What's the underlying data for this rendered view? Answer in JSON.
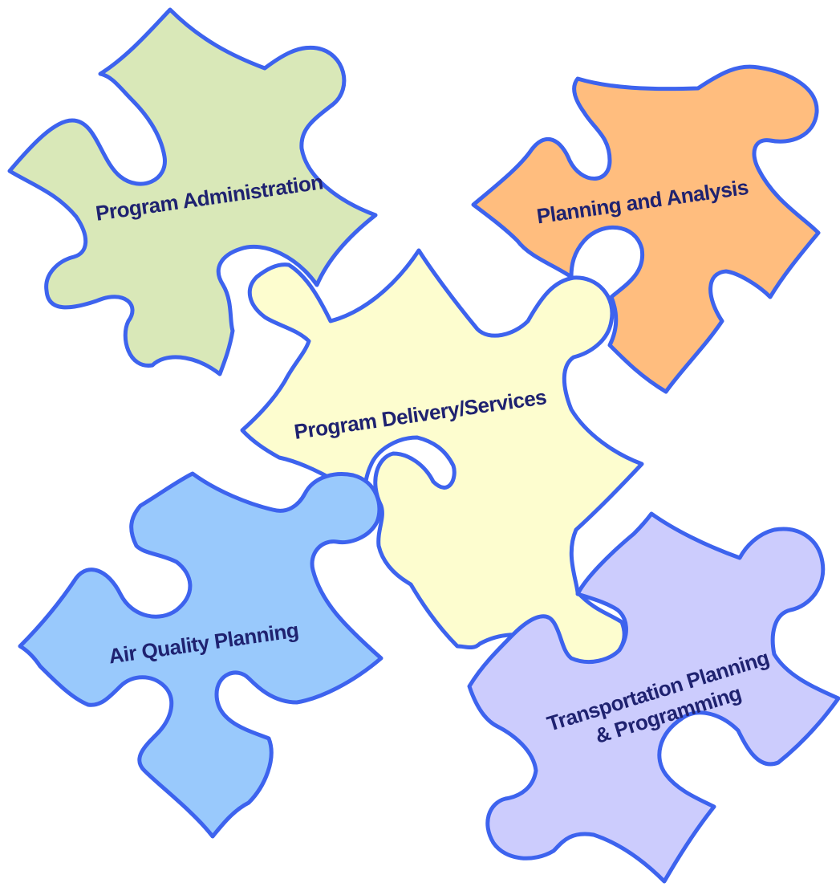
{
  "diagram": {
    "outline_color": "#3d63ee",
    "label_color": "#1f2270",
    "pieces": [
      {
        "id": "program-administration",
        "label_lines": [
          "Program Administration"
        ],
        "fill": "#d9e8b8"
      },
      {
        "id": "planning-and-analysis",
        "label_lines": [
          "Planning and Analysis"
        ],
        "fill": "#ffbd7e"
      },
      {
        "id": "program-delivery",
        "label_lines": [
          "Program Delivery/Services"
        ],
        "fill": "#fdfdcf"
      },
      {
        "id": "air-quality-planning",
        "label_lines": [
          "Air Quality Planning"
        ],
        "fill": "#99c9fc"
      },
      {
        "id": "transportation-planning",
        "label_lines": [
          "Transportation Planning",
          "& Programming"
        ],
        "fill": "#ccccfd"
      }
    ]
  }
}
